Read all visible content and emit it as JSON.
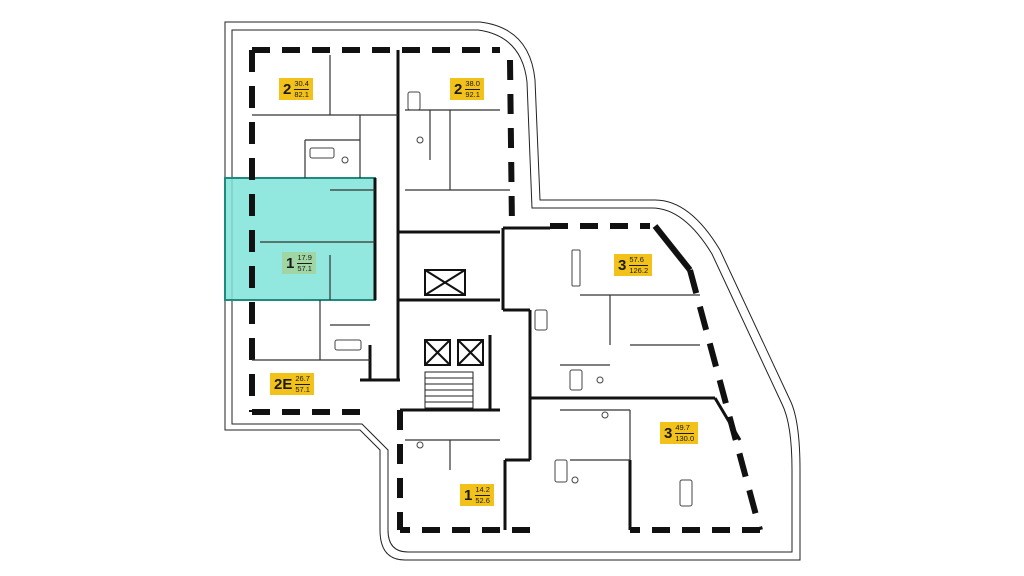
{
  "plan": {
    "accent_colors": {
      "selected_fill": "#7fe3d8",
      "selected_stroke": "#1f8a7d",
      "badge": "#f2c21b",
      "badge_selected": "#9fd6a4",
      "walls": "#111111"
    },
    "apartments": [
      {
        "id": "apt-2-nw",
        "rooms": "2",
        "living": "30.4",
        "total": "82.1",
        "selected": false
      },
      {
        "id": "apt-2-n",
        "rooms": "2",
        "living": "38.0",
        "total": "92.1",
        "selected": false
      },
      {
        "id": "apt-1-w",
        "rooms": "1",
        "living": "17.9",
        "total": "57.1",
        "selected": true
      },
      {
        "id": "apt-3-ne",
        "rooms": "3",
        "living": "57.6",
        "total": "126.2",
        "selected": false
      },
      {
        "id": "apt-2e-sw",
        "rooms": "2E",
        "living": "26.7",
        "total": "57.1",
        "selected": false
      },
      {
        "id": "apt-3-se",
        "rooms": "3",
        "living": "49.7",
        "total": "130.0",
        "selected": false
      },
      {
        "id": "apt-1-s",
        "rooms": "1",
        "living": "14.2",
        "total": "52.6",
        "selected": false
      }
    ]
  }
}
